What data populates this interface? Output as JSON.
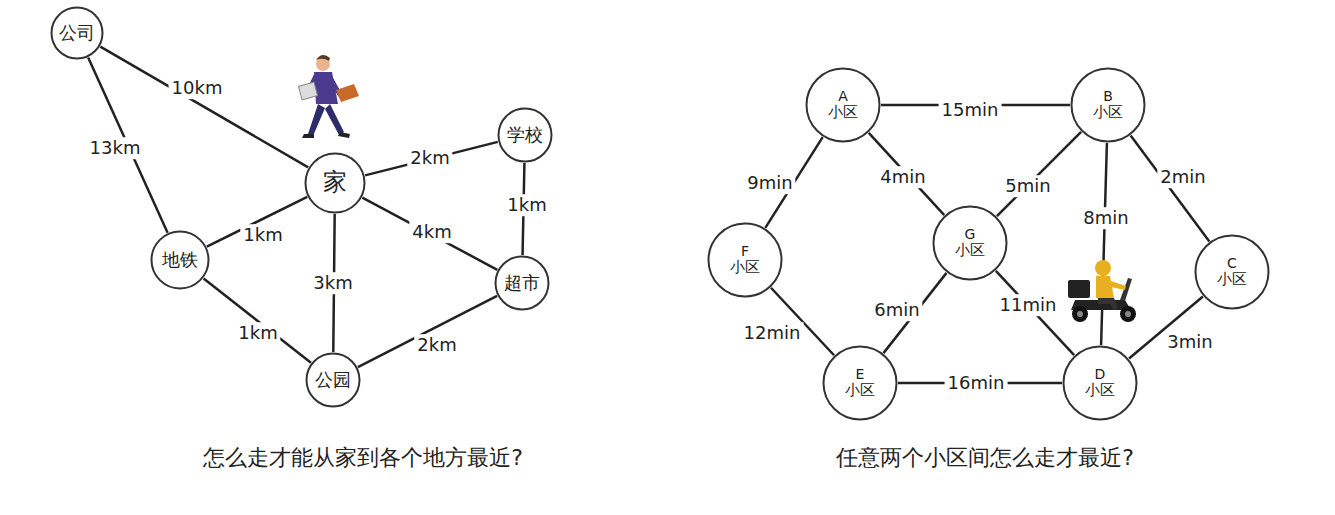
{
  "diagram": {
    "nodes": [
      {
        "text": [
          "公司"
        ]
      },
      {
        "text": [
          "家"
        ]
      },
      {
        "text": [
          "学校"
        ]
      },
      {
        "text": [
          "地铁"
        ]
      },
      {
        "text": [
          "超市"
        ]
      },
      {
        "text": [
          "公园"
        ]
      },
      {
        "text": [
          "A",
          "小区"
        ]
      },
      {
        "text": [
          "B",
          "小区"
        ]
      },
      {
        "text": [
          "G",
          "小区"
        ]
      },
      {
        "text": [
          "F",
          "小区"
        ]
      },
      {
        "text": [
          "C",
          "小区"
        ]
      },
      {
        "text": [
          "E",
          "小区"
        ]
      },
      {
        "text": [
          "D",
          "小区"
        ]
      }
    ],
    "edges": [
      {
        "from": 0,
        "to": 1,
        "arrow": "none",
        "label": "10km"
      },
      {
        "from": 0,
        "to": 3,
        "arrow": "none",
        "label": "13km"
      },
      {
        "from": 1,
        "to": 2,
        "arrow": "none",
        "label": "2km"
      },
      {
        "from": 1,
        "to": 3,
        "arrow": "none",
        "label": "1km"
      },
      {
        "from": 1,
        "to": 4,
        "arrow": "none",
        "label": "4km"
      },
      {
        "from": 1,
        "to": 5,
        "arrow": "none",
        "label": "3km"
      },
      {
        "from": 2,
        "to": 4,
        "arrow": "none",
        "label": "1km"
      },
      {
        "from": 3,
        "to": 5,
        "arrow": "none",
        "label": "1km"
      },
      {
        "from": 5,
        "to": 4,
        "arrow": "none",
        "label": "2km"
      },
      {
        "from": 6,
        "to": 7,
        "arrow": "none",
        "label": "15min"
      },
      {
        "from": 6,
        "to": 9,
        "arrow": "none",
        "label": "9min"
      },
      {
        "from": 6,
        "to": 8,
        "arrow": "none",
        "label": "4min"
      },
      {
        "from": 7,
        "to": 8,
        "arrow": "none",
        "label": "5min"
      },
      {
        "from": 7,
        "to": 10,
        "arrow": "none",
        "label": "2min"
      },
      {
        "from": 7,
        "to": 12,
        "arrow": "none",
        "label": "8min"
      },
      {
        "from": 8,
        "to": 11,
        "arrow": "none",
        "label": "6min"
      },
      {
        "from": 8,
        "to": 12,
        "arrow": "none",
        "label": "11min"
      },
      {
        "from": 10,
        "to": 12,
        "arrow": "none",
        "label": "3min"
      },
      {
        "from": 9,
        "to": 11,
        "arrow": "none",
        "label": "12min"
      },
      {
        "from": 11,
        "to": 12,
        "arrow": "none",
        "label": "16min"
      }
    ],
    "labels": [
      "怎么走才能从家到各个地方最近?",
      "任意两个小区间怎么走才最近?"
    ]
  }
}
